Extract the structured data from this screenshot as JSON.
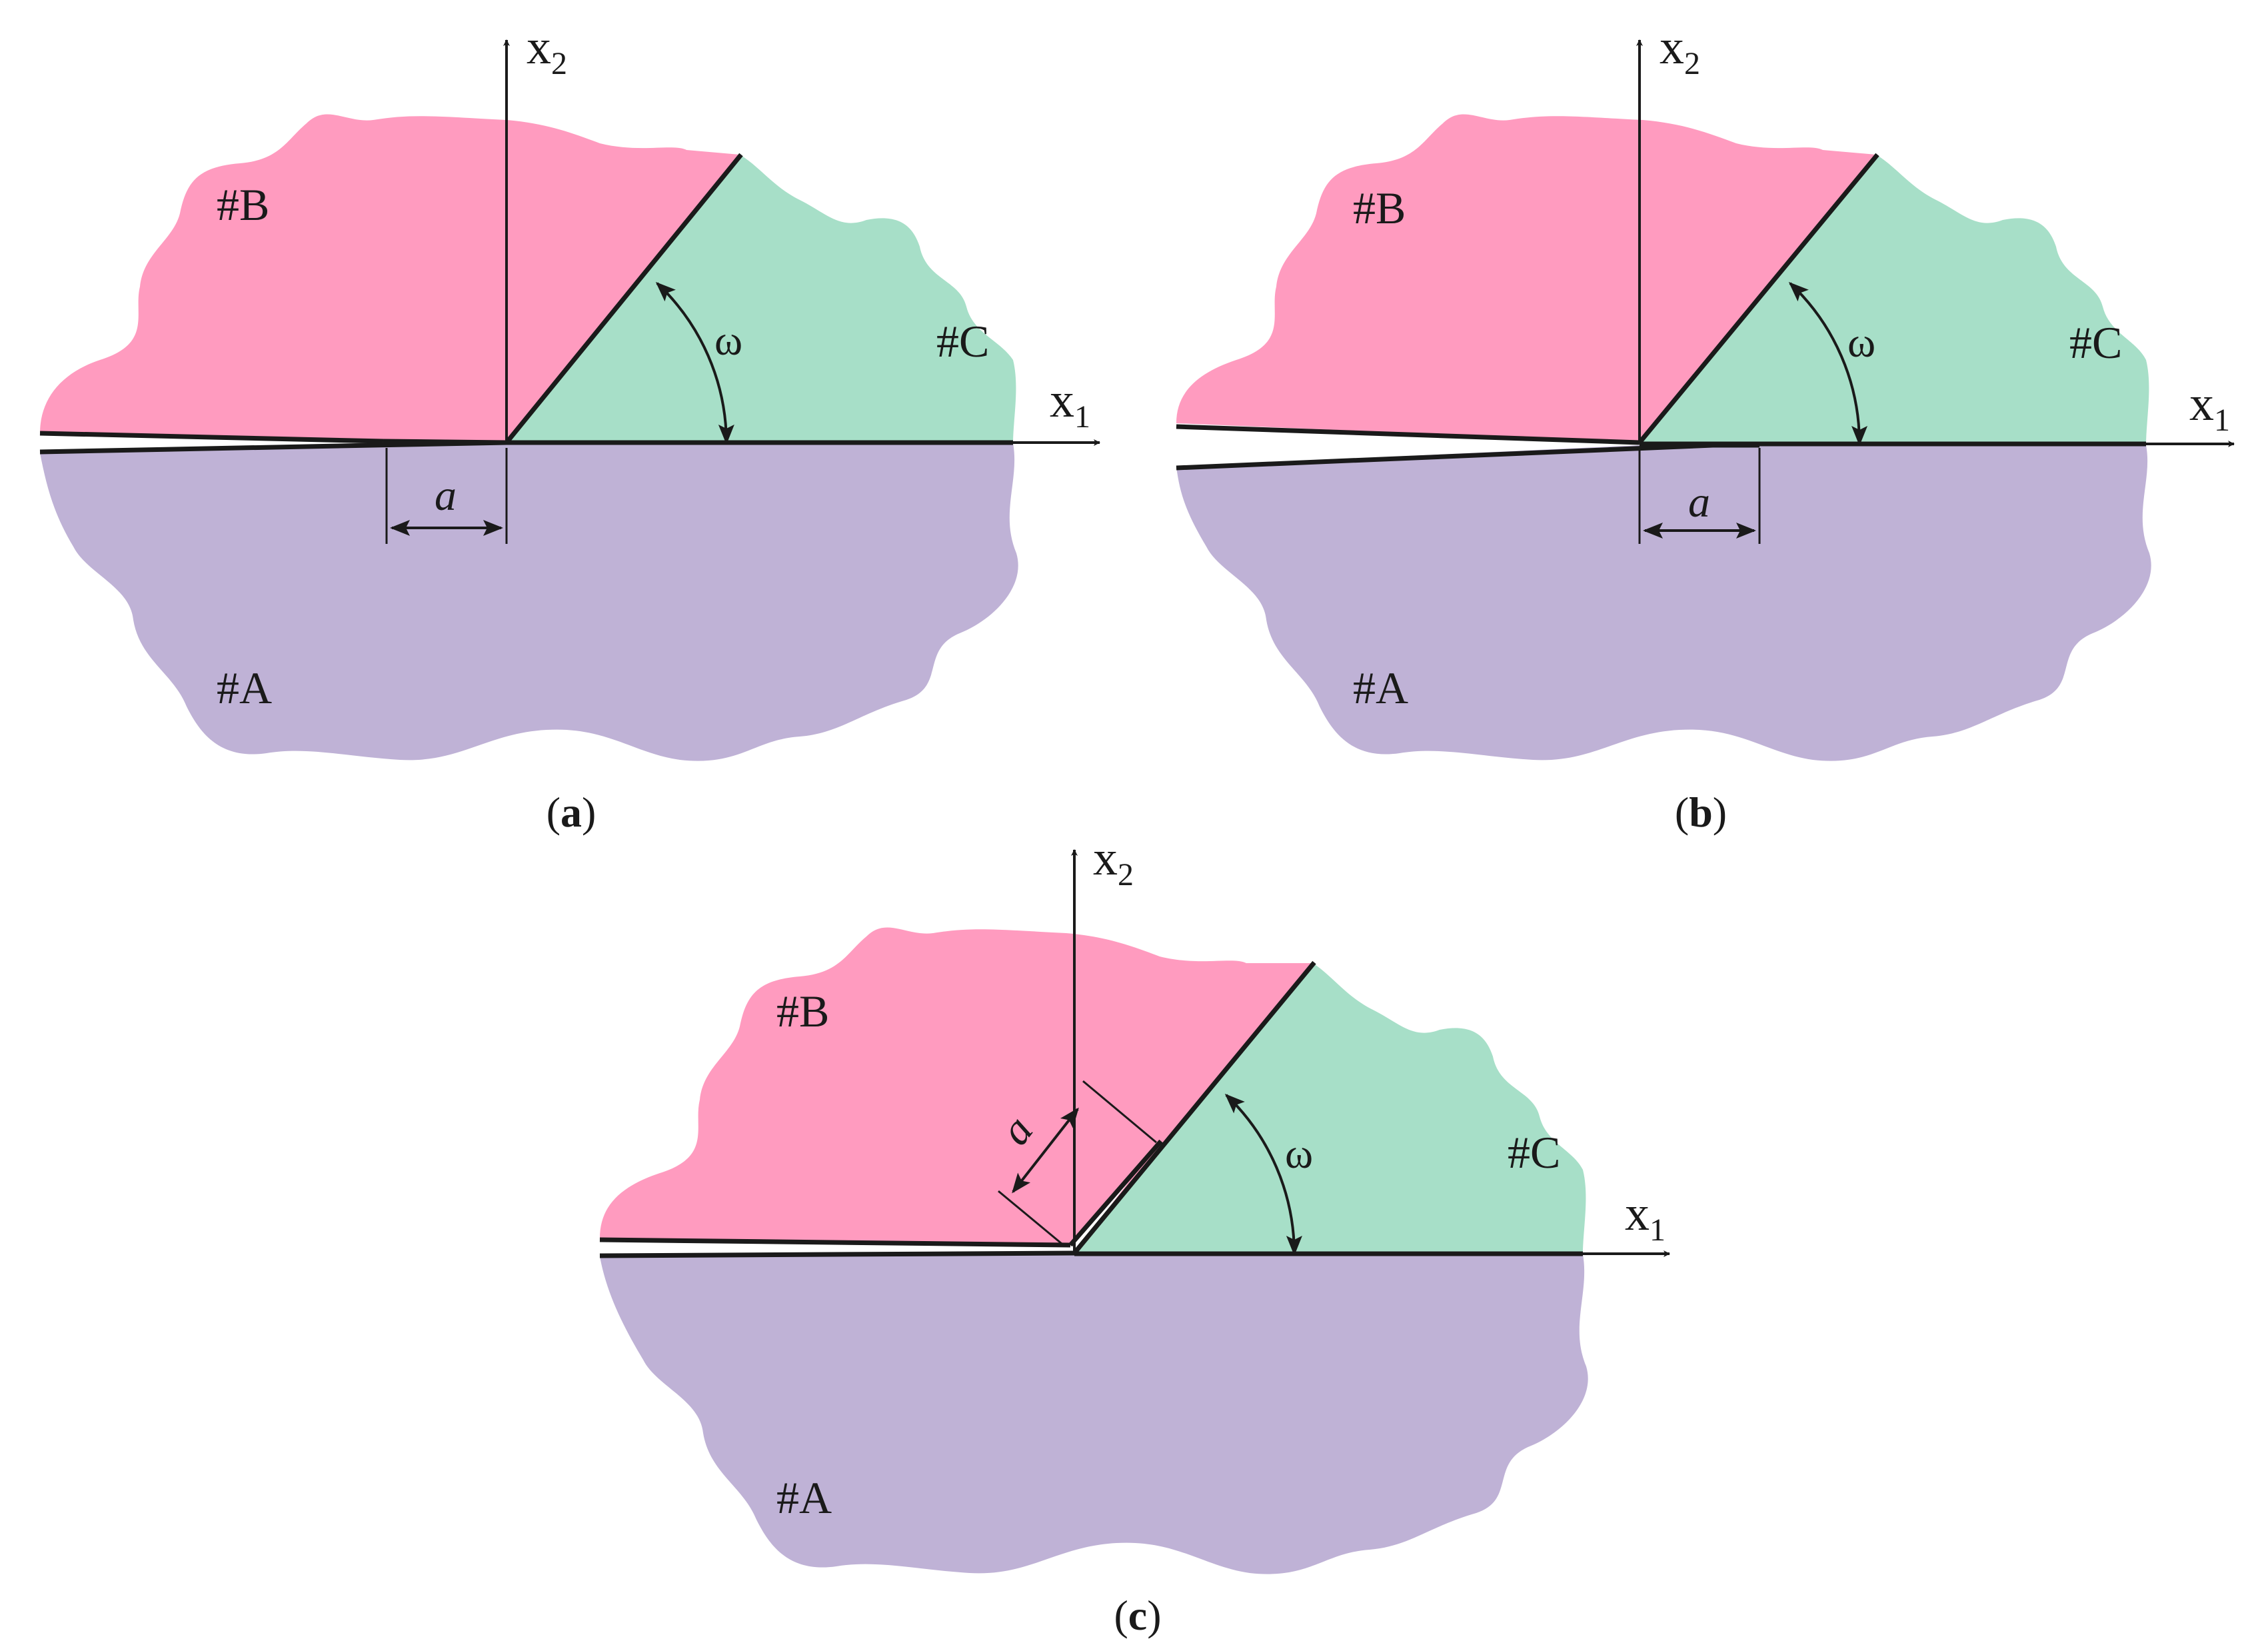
{
  "colors": {
    "material_a": "#bfb2d6",
    "material_b": "#ff9bbf",
    "material_c": "#a7dfc8",
    "line": "#1a1a1a"
  },
  "labels": {
    "material_a": "#A",
    "material_b": "#B",
    "material_c": "#C",
    "x1_base": "x",
    "x1_sub": "1",
    "x2_base": "x",
    "x2_sub": "2",
    "angle": "ω",
    "length": "a"
  },
  "panels": {
    "a": {
      "letter": "a"
    },
    "b": {
      "letter": "b"
    },
    "c": {
      "letter": "c"
    }
  },
  "icons": {
    "arrowhead": "arrow-head-icon"
  }
}
